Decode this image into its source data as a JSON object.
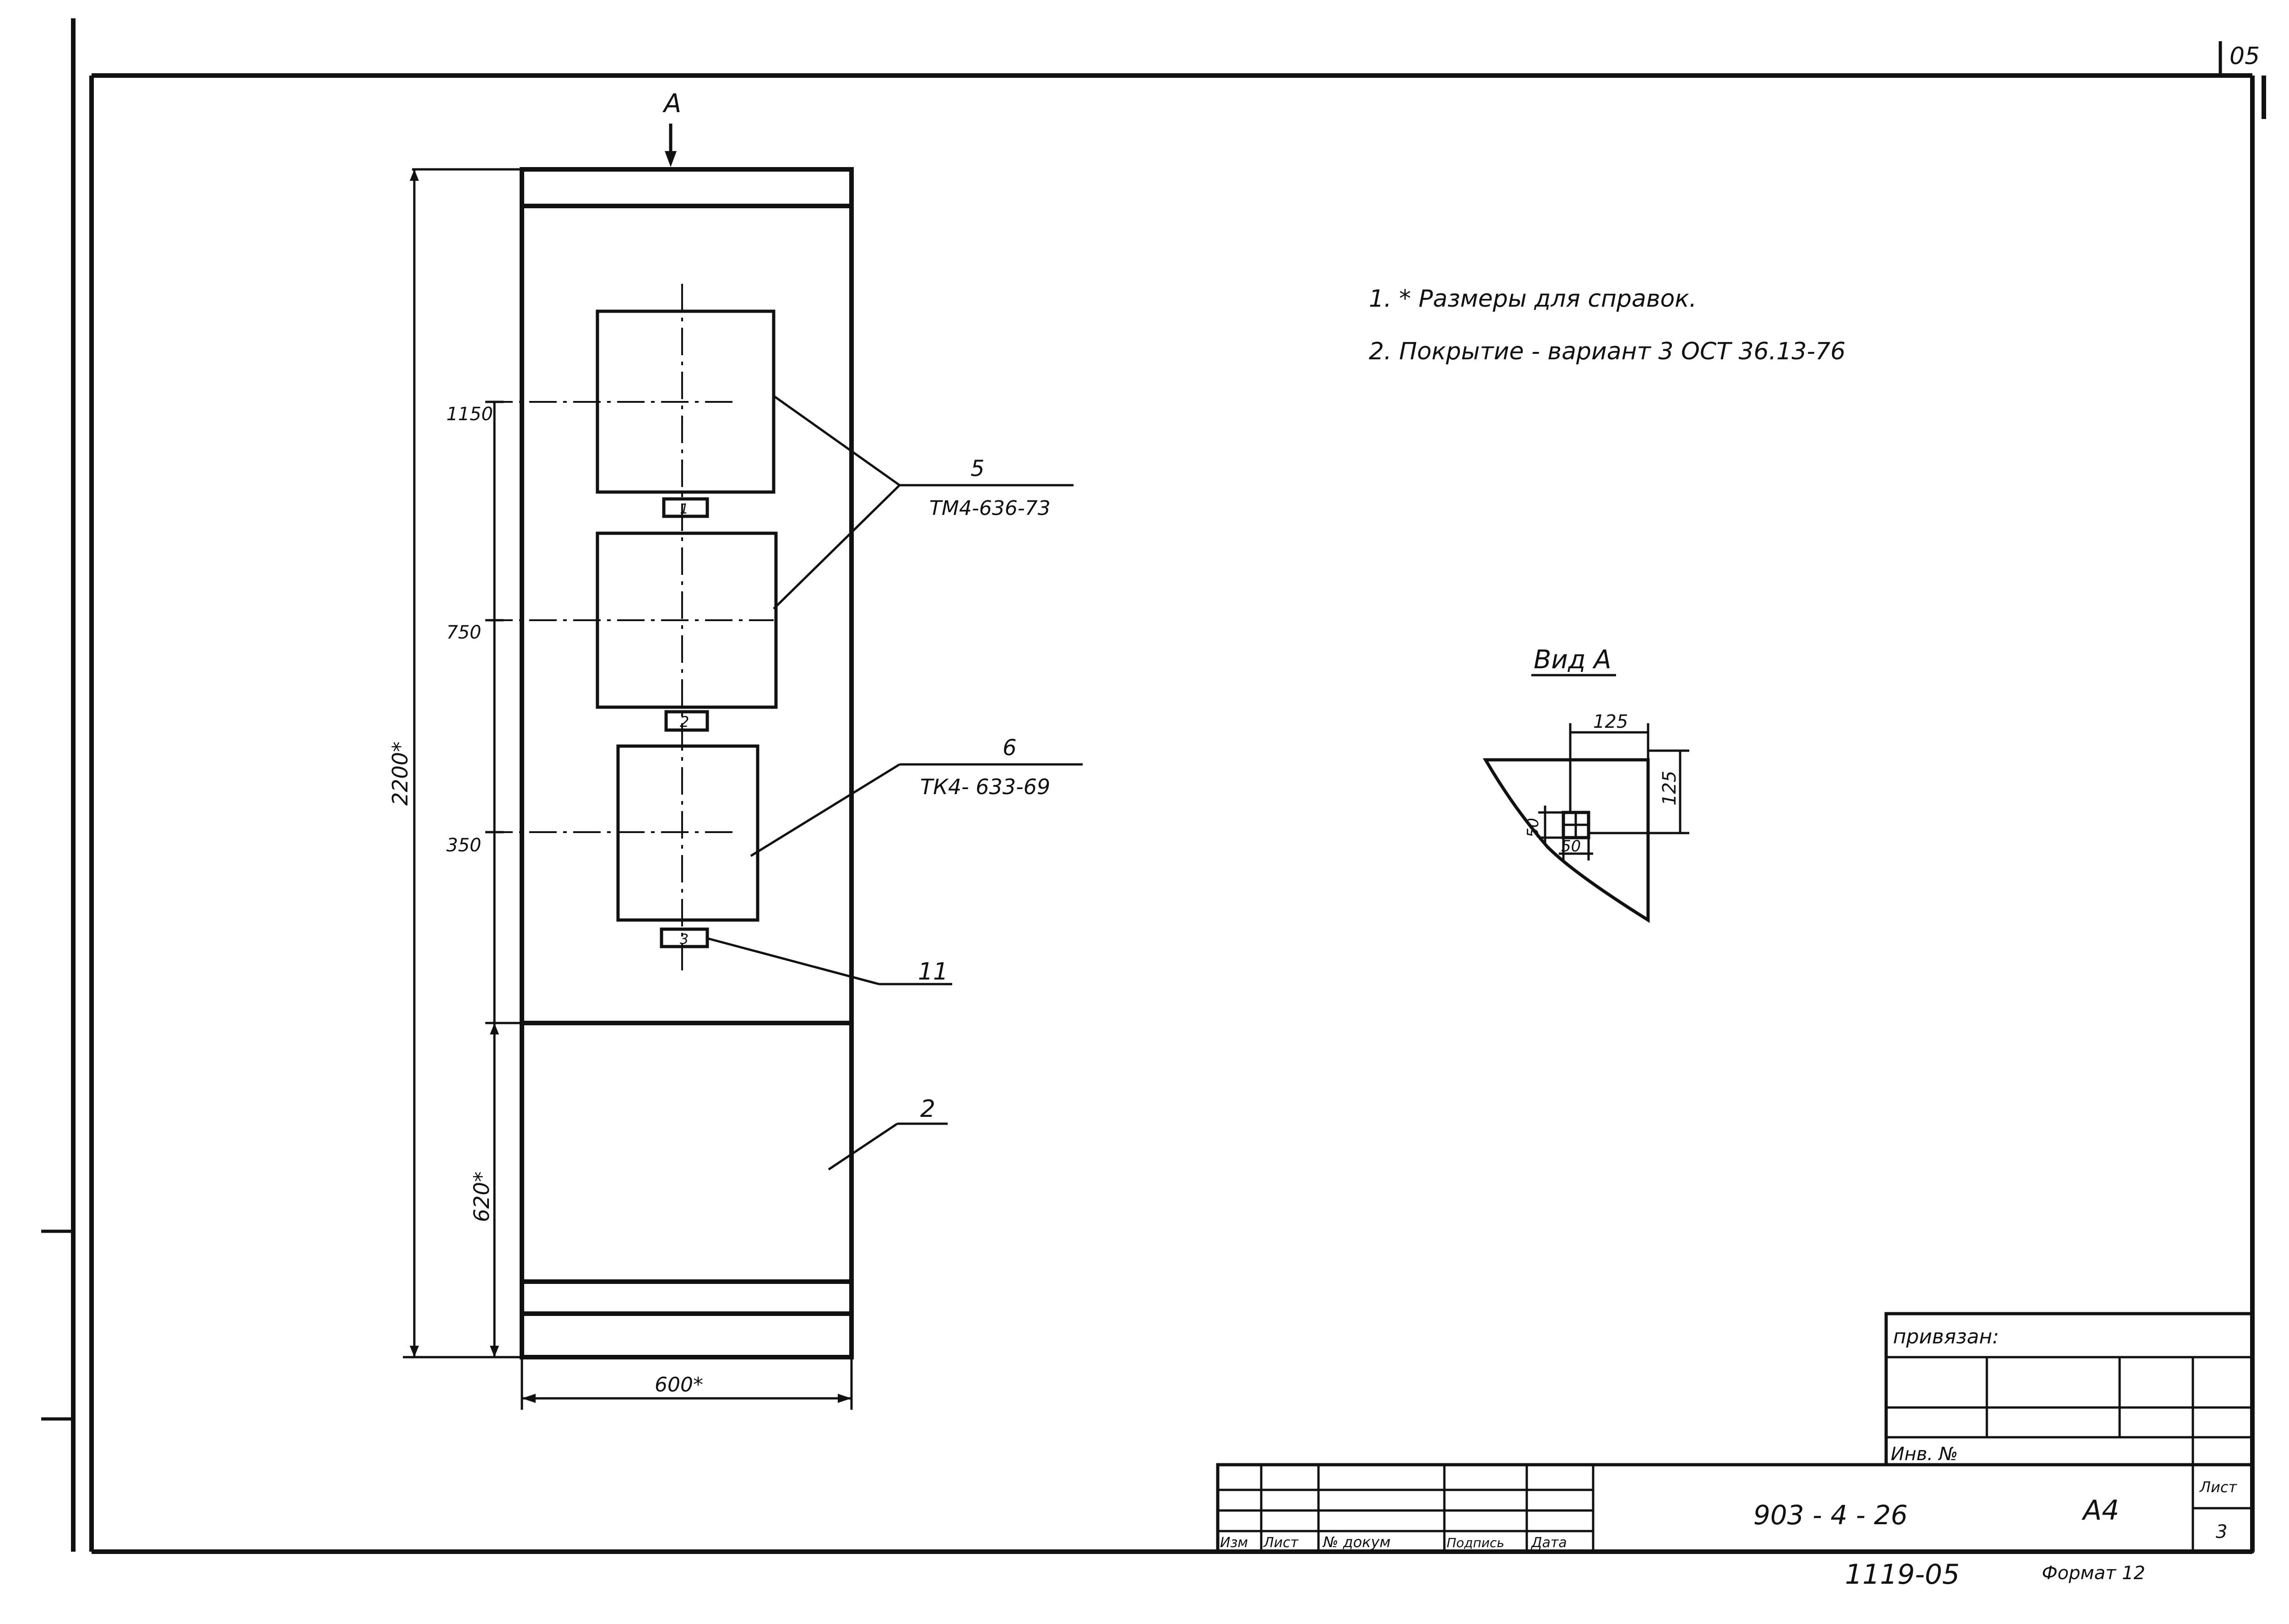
{
  "sheet_corner_number": "05",
  "notes": [
    "1. * Размеры для справок.",
    "2. Покрытие - вариант 3 ОСТ 36.13-76"
  ],
  "view_label": "Вид А",
  "arrow_label": "А",
  "dimensions": {
    "total_height": "2200*",
    "width": "600*",
    "h1": "1150",
    "h2": "750",
    "h3": "350",
    "bottom": "620*",
    "view_w": "125",
    "view_h": "125",
    "hole_w": "50",
    "hole_h": "50"
  },
  "callouts": {
    "c5_num": "5",
    "c5_code": "ТМ4-636-73",
    "c6_num": "6",
    "c6_code": "ТК4- 633-69",
    "c11_num": "11",
    "c2_num": "2"
  },
  "marks": {
    "m1": "1",
    "m2": "2",
    "m3": "3"
  },
  "title_block": {
    "privyazan": "привязан:",
    "inv": "Инв. №",
    "doc_code": "903 - 4 - 26",
    "sheet_id": "А4",
    "list_label": "Лист",
    "list_no": "3",
    "headers": [
      "Изм",
      "Лист",
      "№ докум",
      "Подпись",
      "Дата"
    ],
    "footer_num": "1119-05",
    "format": "Формат 12"
  }
}
